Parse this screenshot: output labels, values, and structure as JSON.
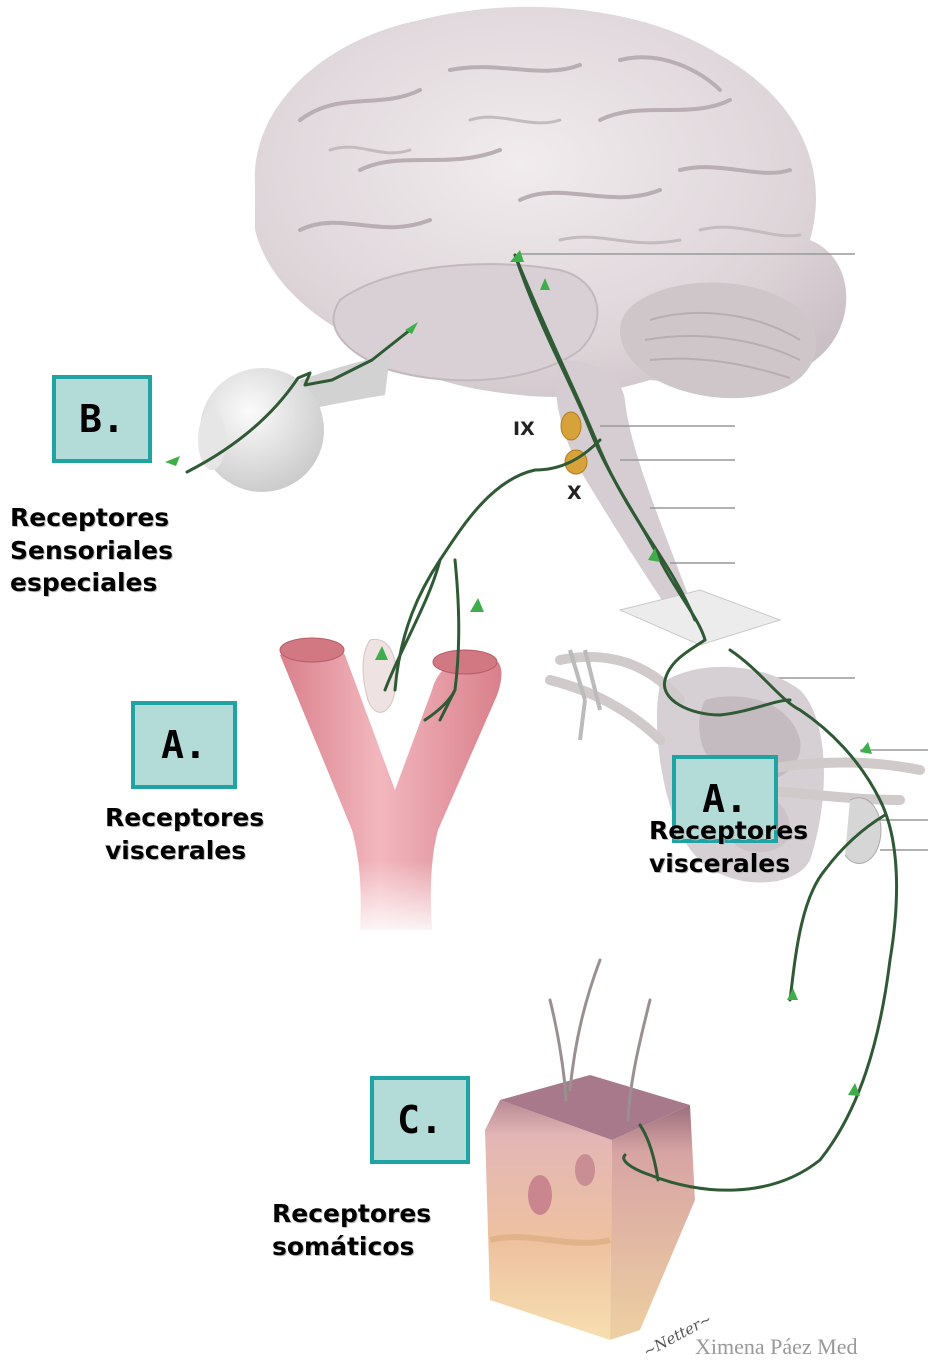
{
  "boxes": {
    "b": "B.",
    "a_left": "A.",
    "a_right": "A.",
    "c": "C."
  },
  "captions": {
    "special_line1": "Receptores",
    "special_line2": "Sensoriales",
    "special_line3": "especiales",
    "visceral_left_line1": "Receptores",
    "visceral_left_line2": "viscerales",
    "visceral_right_line1": "Receptores",
    "visceral_right_line2": "viscerales",
    "somatic_line1": "Receptores",
    "somatic_line2": "somáticos"
  },
  "nerve_labels": {
    "ix": "IX",
    "x": "X"
  },
  "credit": "Ximena Páez Med",
  "colors": {
    "nerve": "#2f5a35",
    "arrow": "#3fae4a",
    "brain": "#e0d9dc",
    "artery": "#eaa3ad",
    "ganglion": "#d8a23a",
    "box_fill": "#b3dbd8",
    "box_border": "#1fa3a3"
  }
}
